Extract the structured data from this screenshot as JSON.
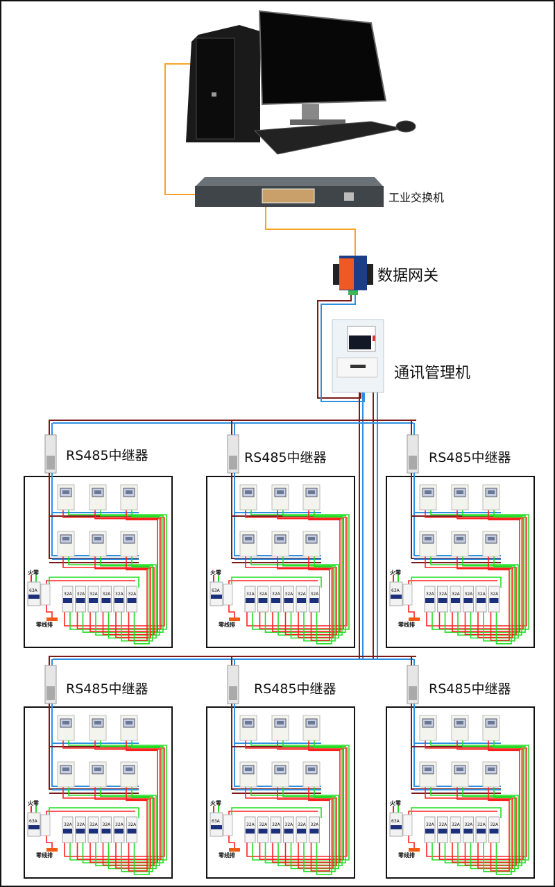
{
  "labels": {
    "switch": "工业交换机",
    "gateway": "数据网关",
    "manager": "通讯管理机"
  },
  "panel_text": {
    "repeater": "RS485中继器",
    "live_neutral": "火零",
    "main_breaker": "63A",
    "branch_breaker": "32A",
    "neutral_bar": "零线排"
  },
  "panels": [
    {
      "row": 1,
      "col": 1,
      "repeater": "RS485中继器"
    },
    {
      "row": 1,
      "col": 2,
      "repeater": "RS485中继器"
    },
    {
      "row": 1,
      "col": 3,
      "repeater": "RS485中继器"
    },
    {
      "row": 2,
      "col": 1,
      "repeater": "RS485中继器"
    },
    {
      "row": 2,
      "col": 2,
      "repeater": "RS485中继器"
    },
    {
      "row": 2,
      "col": 3,
      "repeater": "RS485中继器"
    }
  ],
  "meters_per_panel": 6,
  "branch_breakers_per_panel": 6,
  "colors": {
    "ethernet": "#f5a623",
    "rs485_a": "#7a1a1a",
    "rs485_b": "#2f8fe0",
    "live": "#ff2020",
    "neutral": "#22dd22",
    "gateway": "#ef5a24",
    "neutral_bar": "#f05a14"
  }
}
